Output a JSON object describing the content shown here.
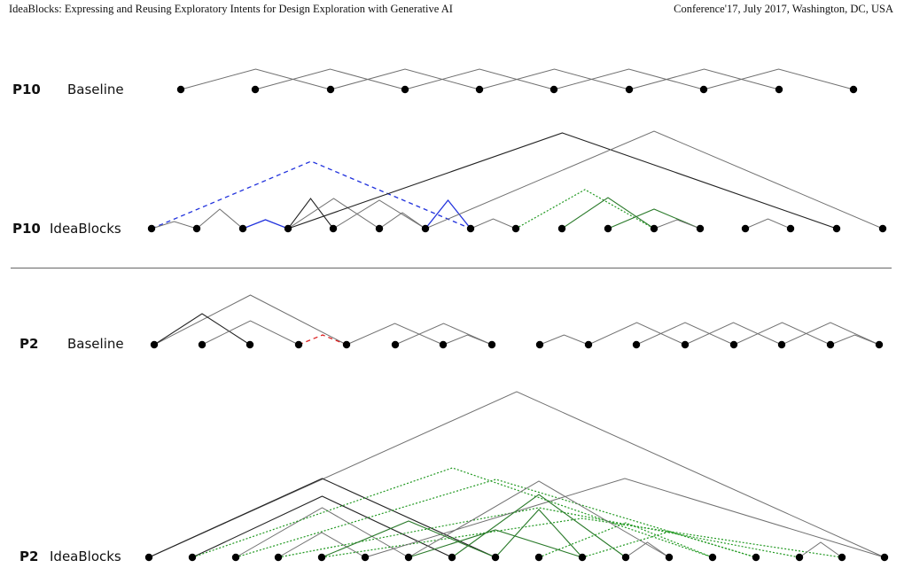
{
  "header": {
    "left": "IdeaBlocks: Expressing and Reusing Exploratory Intents for Design Exploration with Generative AI",
    "right": "Conference'17, July 2017, Washington, DC, USA"
  },
  "colors": {
    "node": "#000000",
    "link_default": "#707070",
    "link_dark": "#222222",
    "link_blue_dashed": "#2233dd",
    "link_green_dotted": "#229922",
    "link_green_solid": "#2a7a2a",
    "link_red_dashed": "#dd2222"
  },
  "rows": [
    {
      "participant": "P10",
      "condition": "Baseline"
    },
    {
      "participant": "P10",
      "condition": "IdeaBlocks"
    },
    {
      "participant": "P2",
      "condition": "Baseline"
    },
    {
      "participant": "P2",
      "condition": "IdeaBlocks"
    }
  ]
}
